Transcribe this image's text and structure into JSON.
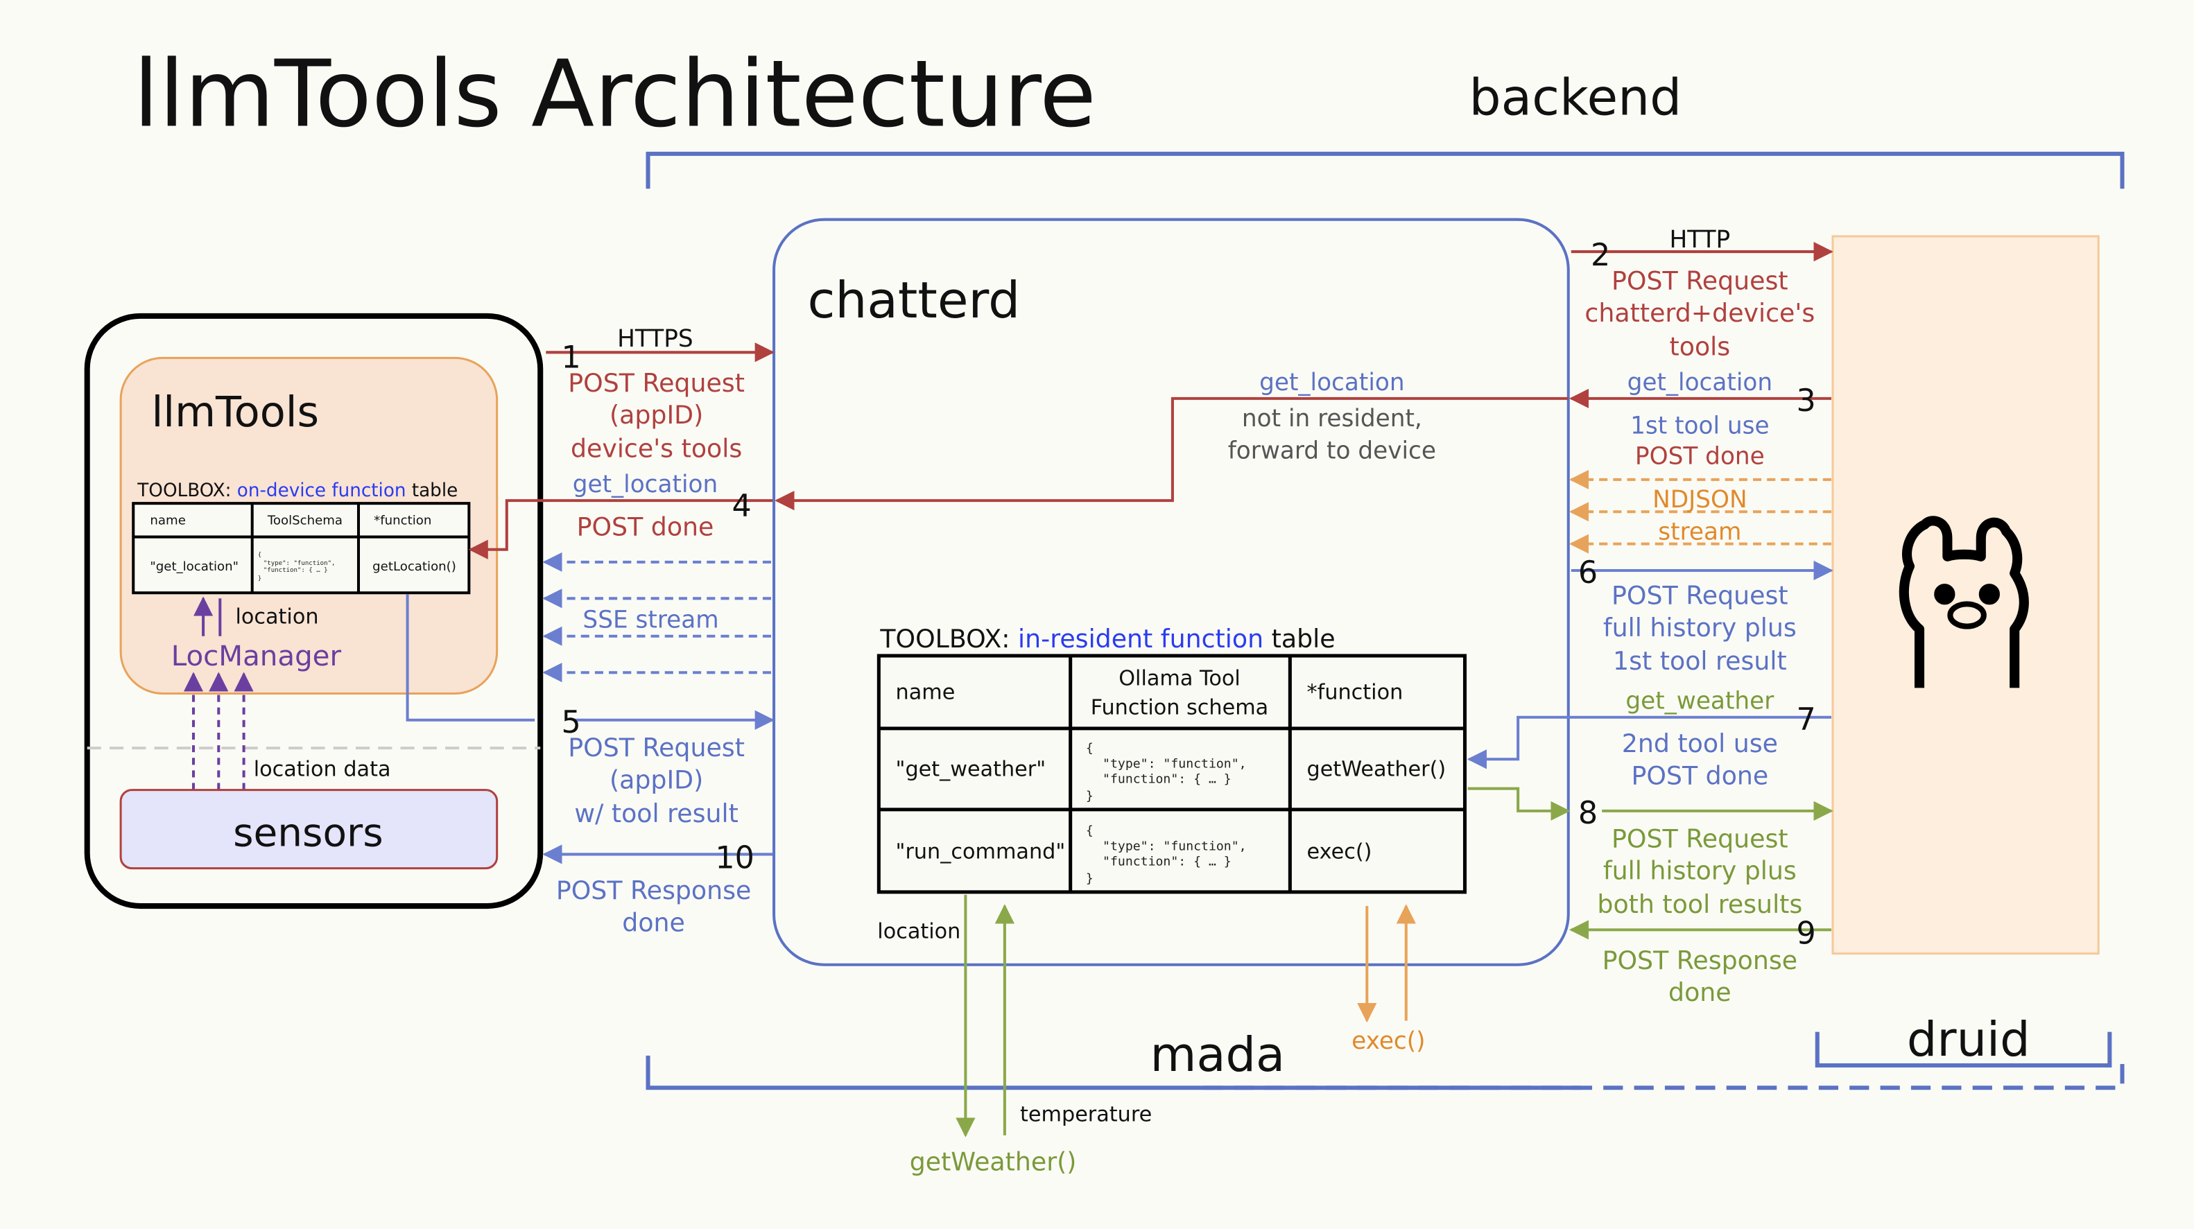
{
  "title": "llmTools Architecture",
  "labels": {
    "backend": "backend",
    "mada": "mada",
    "druid": "druid",
    "chatterd": "chatterd",
    "llmTools": "llmTools",
    "locmanager": "LocManager",
    "sensors": "sensors",
    "location": "location",
    "location_data": "location data",
    "location2": "location",
    "temperature": "temperature",
    "getWeather": "getWeather()",
    "exec": "exec()"
  },
  "device_toolbox": {
    "prefix": "TOOLBOX: ",
    "highlight": "on-device function",
    "suffix": " table",
    "headers": [
      "name",
      "ToolSchema",
      "*function"
    ],
    "row": [
      "\"get_location\"",
      "{",
      "\"type\": \"function\",",
      "\"function\": { … }",
      "}",
      "getLocation()"
    ]
  },
  "server_toolbox": {
    "prefix": "TOOLBOX: ",
    "highlight": "in-resident function",
    "suffix": " table",
    "headers": [
      "name",
      "Ollama Tool",
      "Function schema",
      "*function"
    ],
    "rows": [
      {
        "name": "\"get_weather\"",
        "schema": [
          "{",
          "\"type\": \"function\",",
          "\"function\": { … }",
          "}"
        ],
        "fn": "getWeather()"
      },
      {
        "name": "\"run_command\"",
        "schema": [
          "{",
          "\"type\": \"function\",",
          "\"function\": { … }",
          "}"
        ],
        "fn": "exec()"
      }
    ]
  },
  "steps": {
    "s1": {
      "num": "1",
      "proto": "HTTPS",
      "lines": [
        "POST Request",
        "(appID)",
        "device's tools"
      ]
    },
    "s2": {
      "num": "2",
      "proto": "HTTP",
      "lines": [
        "POST Request",
        "chatterd+device's",
        "tools"
      ]
    },
    "s3": {
      "num": "3",
      "top": "get_location",
      "lines": [
        "1st tool use",
        "POST done"
      ]
    },
    "fwd": {
      "top": "get_location",
      "lines": [
        "not in resident,",
        "forward to device"
      ]
    },
    "s4": {
      "num": "4",
      "top": "get_location",
      "line": "POST done"
    },
    "stream": {
      "lines": [
        "NDJSON",
        "stream"
      ]
    },
    "sse": "SSE stream",
    "s5": {
      "num": "5",
      "lines": [
        "POST Request",
        "(appID)",
        "w/ tool result"
      ]
    },
    "s6": {
      "num": "6",
      "lines": [
        "POST Request",
        "full history plus",
        "1st tool result"
      ]
    },
    "s7": {
      "num": "7",
      "top": "get_weather",
      "lines": [
        "2nd tool use",
        "POST done"
      ]
    },
    "s8": {
      "num": "8",
      "lines": [
        "POST Request",
        "full history plus",
        "both tool results"
      ]
    },
    "s9": {
      "num": "9",
      "lines": [
        "POST Response",
        "done"
      ]
    },
    "s10": {
      "num": "10",
      "lines": [
        "POST Response",
        "done"
      ]
    }
  },
  "colors": {
    "request": "#b0413e",
    "response": "#5b72c4",
    "stream": "#e08a2c",
    "tool2": "#7a9a3a",
    "sensor": "#6b3fa0",
    "druid_fill": "#fdeedd",
    "llmtools_fill": "#f9e3d3",
    "sensors_fill": "#e4e4fb"
  }
}
